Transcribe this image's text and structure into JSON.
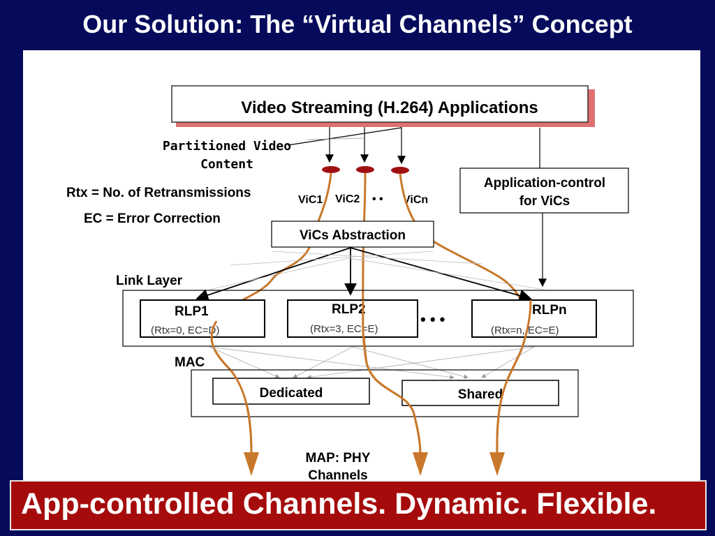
{
  "slide": {
    "title": "Our Solution: The “Virtual Channels” Concept",
    "banner": "App-controlled Channels. Dynamic. Flexible."
  },
  "diagram": {
    "app_box": "Video Streaming (H.264) Applications",
    "partitioned_line1": "Partitioned Video",
    "partitioned_line2": "Content",
    "rtx_def": "Rtx = No. of Retransmissions",
    "ec_def": "EC = Error Correction",
    "vic1": "ViC1",
    "vic2": "ViC2",
    "vic_dots": "• •",
    "vicn": "ViCn",
    "app_control_line1": "Application-control",
    "app_control_line2": "for ViCs",
    "vics_abstraction": "ViCs Abstraction",
    "link_layer": "Link Layer",
    "rlp1": "RLP1",
    "rlp1_params": "(Rtx=0, EC=D)",
    "rlp2": "RLP2",
    "rlp2_params": "(Rtx=3, EC=E)",
    "rlp_dots": "•   •   •",
    "rlpn": "RLPn",
    "rlpn_params": "(Rtx=n, EC=E)",
    "mac": "MAC",
    "dedicated": "Dedicated",
    "shared": "Shared",
    "map_line1": "MAP: PHY",
    "map_line2": "Channels"
  },
  "colors": {
    "background": "#050a5a",
    "banner": "#a50b0b",
    "flow": "#c8782a",
    "vic_marker": "#a01010",
    "app_box_shadow": "#e07070"
  }
}
